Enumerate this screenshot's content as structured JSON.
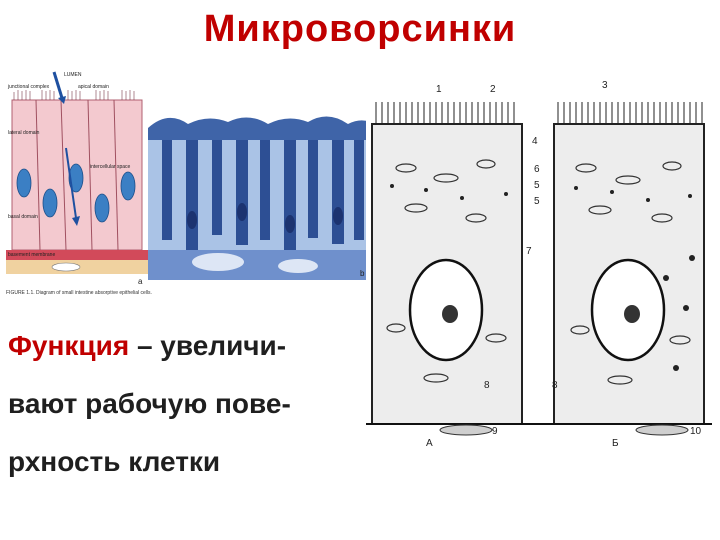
{
  "slide": {
    "title": "Микроворсинки",
    "function_word": "Функция",
    "line1_rest": " – увеличи-",
    "line2": "вают рабочую пове-",
    "line3": "рхность клетки"
  },
  "figure_left": {
    "labels": [
      "LUMEN",
      "junctional complex",
      "apical domain",
      "lateral domain",
      "intercellular space",
      "basal domain",
      "basement membrane",
      "a"
    ]
  },
  "figure_caption": "FIGURE 1.1. Diagram of small intestine absorptive epithelial cells.",
  "figure_mid": {
    "labels": [
      "b"
    ]
  },
  "figure_right": {
    "numbers": [
      "1",
      "2",
      "3",
      "4",
      "5",
      "5",
      "6",
      "7",
      "8",
      "8",
      "9",
      "10"
    ],
    "panel_labels": [
      "А",
      "Б"
    ]
  },
  "colors": {
    "title": "#c00000",
    "accent": "#c00000",
    "text": "#1f1f1f",
    "histo_blue": "#4a6fb0",
    "diagram_pink": "#f2c4cc"
  }
}
